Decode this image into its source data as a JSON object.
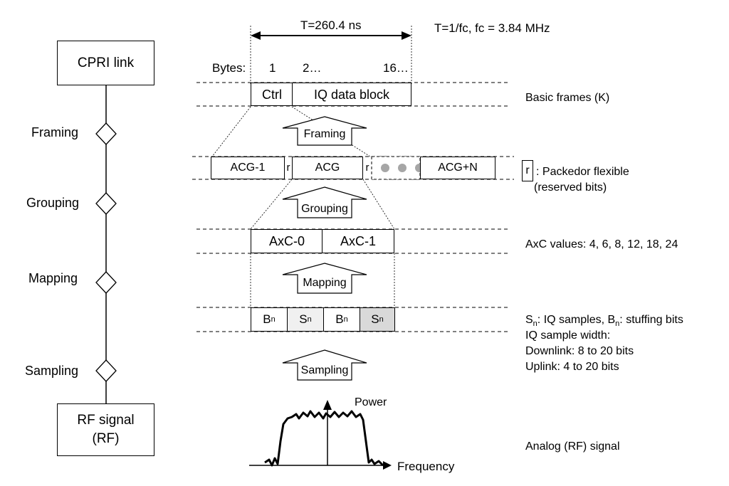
{
  "left_chain": {
    "top_box": "CPRI link",
    "bottom_box_line1": "RF signal",
    "bottom_box_line2": "(RF)",
    "steps": [
      "Framing",
      "Grouping",
      "Mapping",
      "Sampling"
    ]
  },
  "timing": {
    "period": "T=260.4 ns",
    "formula": "T=1/fc, fc = 3.84 MHz",
    "bytes_label": "Bytes:",
    "byte_1": "1",
    "byte_2": "2…",
    "byte_16": "16…"
  },
  "basic_frame": {
    "ctrl": "Ctrl",
    "iq": "IQ data block",
    "note": "Basic frames (K)"
  },
  "stage_arrows": [
    "Framing",
    "Grouping",
    "Mapping",
    "Sampling"
  ],
  "acg_row": {
    "acg_first": "ACG-1",
    "r1": "r",
    "acg_mid": "ACG",
    "r2": "r",
    "acg_last": "ACG+N",
    "legend_r": "r",
    "note_line1": ": Packedor flexible",
    "note_line2": "(reserved bits)"
  },
  "axc_row": {
    "axc0": "AxC-0",
    "axc1": "AxC-1",
    "note": "AxC values: 4, 6, 8, 12, 18, 24"
  },
  "sample_row": {
    "cells": [
      {
        "base": "B",
        "sub": "n"
      },
      {
        "base": "S",
        "sub": "n"
      },
      {
        "base": "B",
        "sub": "n"
      },
      {
        "base": "S",
        "sub": "n"
      }
    ],
    "note_s": "S",
    "note_s_sub": "n",
    "note_line1_a": ": IQ samples, B",
    "note_line1_b": "n",
    "note_line1_c": ": stuffing bits",
    "note_line2": "IQ sample width:",
    "note_line3": "Downlink: 8 to 20 bits",
    "note_line4": "Uplink: 4 to 20 bits"
  },
  "spectrum": {
    "y_label": "Power",
    "x_label": "Frequency",
    "note": "Analog (RF) signal"
  }
}
